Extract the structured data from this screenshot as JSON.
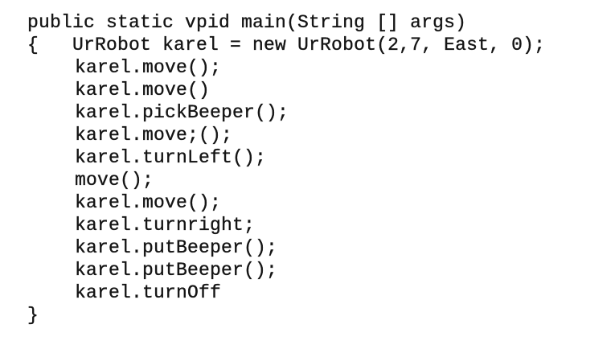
{
  "code": {
    "lines": [
      "public static vpid main(String [] args)",
      "{   UrRobot karel = new UrRobot(2,7, East, 0);",
      "karel.move();",
      "karel.move()",
      "karel.pickBeeper();",
      "karel.move;();",
      "karel.turnLeft();",
      "move();",
      "karel.move();",
      "karel.turnright;",
      "karel.putBeeper();",
      "karel.putBeeper();",
      "karel.turnOff",
      "}"
    ]
  }
}
